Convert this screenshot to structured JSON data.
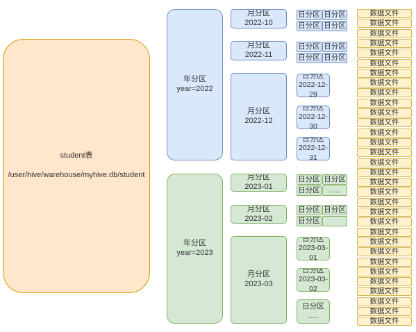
{
  "table": {
    "name": "student表",
    "path": "/user/hive/warehouse/myhive.db/student"
  },
  "years": [
    {
      "label": "年分区\nyear=2022",
      "color": "blue"
    },
    {
      "label": "年分区\nyear=2023",
      "color": "green"
    }
  ],
  "months": [
    {
      "label": "月分区\n2022-10",
      "color": "blue"
    },
    {
      "label": "月分区\n2022-11",
      "color": "blue"
    },
    {
      "label": "月分区\n2022-12",
      "color": "blue"
    },
    {
      "label": "月分区\n2023-01",
      "color": "green"
    },
    {
      "label": "月分区\n2023-02",
      "color": "green"
    },
    {
      "label": "月分区\n2023-03",
      "color": "green"
    }
  ],
  "day_large": [
    {
      "label": "日分区\n2022-12-29",
      "color": "blue"
    },
    {
      "label": "日分区\n2022-12-30",
      "color": "blue"
    },
    {
      "label": "日分区\n2022-12-31",
      "color": "blue"
    },
    {
      "label": "日分区\n2023-03-01",
      "color": "green"
    },
    {
      "label": "日分区\n2023-03-02",
      "color": "green"
    },
    {
      "label": "日分区\n.....",
      "color": "green"
    }
  ],
  "day_small": [
    {
      "label": "日分区",
      "color": "blue"
    },
    {
      "label": "日分区",
      "color": "blue"
    },
    {
      "label": "日分区",
      "color": "blue"
    },
    {
      "label": "日分区",
      "color": "blue"
    },
    {
      "label": "日分区",
      "color": "blue"
    },
    {
      "label": "日分区",
      "color": "blue"
    },
    {
      "label": "日分区",
      "color": "blue"
    },
    {
      "label": "日分区",
      "color": "blue"
    },
    {
      "label": "日分区",
      "color": "green"
    },
    {
      "label": "日分区",
      "color": "green"
    },
    {
      "label": "日分区",
      "color": "green"
    },
    {
      "label": ".....",
      "color": "green"
    },
    {
      "label": "日分区",
      "color": "green"
    },
    {
      "label": "日分区",
      "color": "green"
    },
    {
      "label": "日分区",
      "color": "green"
    },
    {
      "label": "",
      "color": "green"
    }
  ],
  "file_label": "数据文件",
  "file_count": 32
}
